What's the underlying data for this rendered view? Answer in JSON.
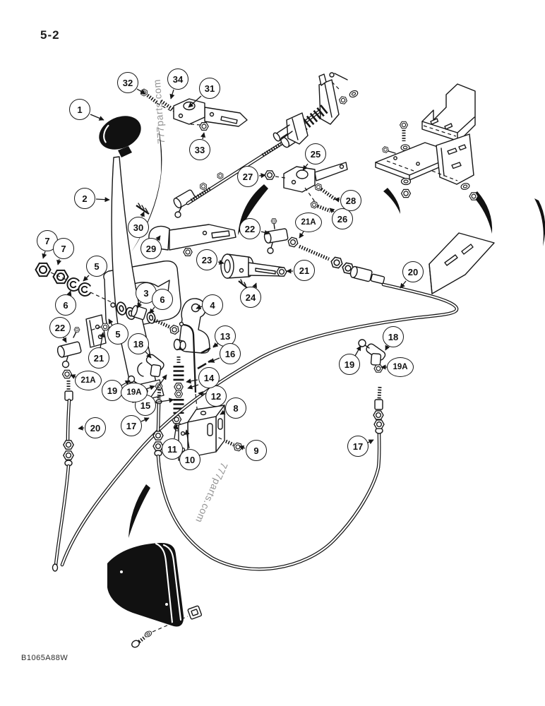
{
  "page": {
    "page_number": "5-2",
    "drawing_code": "B1065A88W",
    "watermark": "777parts.com"
  },
  "callout_labels": {
    "n1": "1",
    "n2": "2",
    "n3": "3",
    "n4": "4",
    "n5": "5",
    "n6": "6",
    "n7": "7",
    "n8": "8",
    "n9": "9",
    "n10": "10",
    "n11": "11",
    "n12": "12",
    "n13": "13",
    "n14": "14",
    "n15": "15",
    "n16": "16",
    "n17": "17",
    "n18": "18",
    "n19": "19",
    "n19a": "19A",
    "n20": "20",
    "n21": "21",
    "n21a": "21A",
    "n22": "22",
    "n23": "23",
    "n24": "24",
    "n25": "25",
    "n26": "26",
    "n27": "27",
    "n28": "28",
    "n29": "29",
    "n30": "30",
    "n31": "31",
    "n32": "32",
    "n33": "33",
    "n34": "34"
  }
}
